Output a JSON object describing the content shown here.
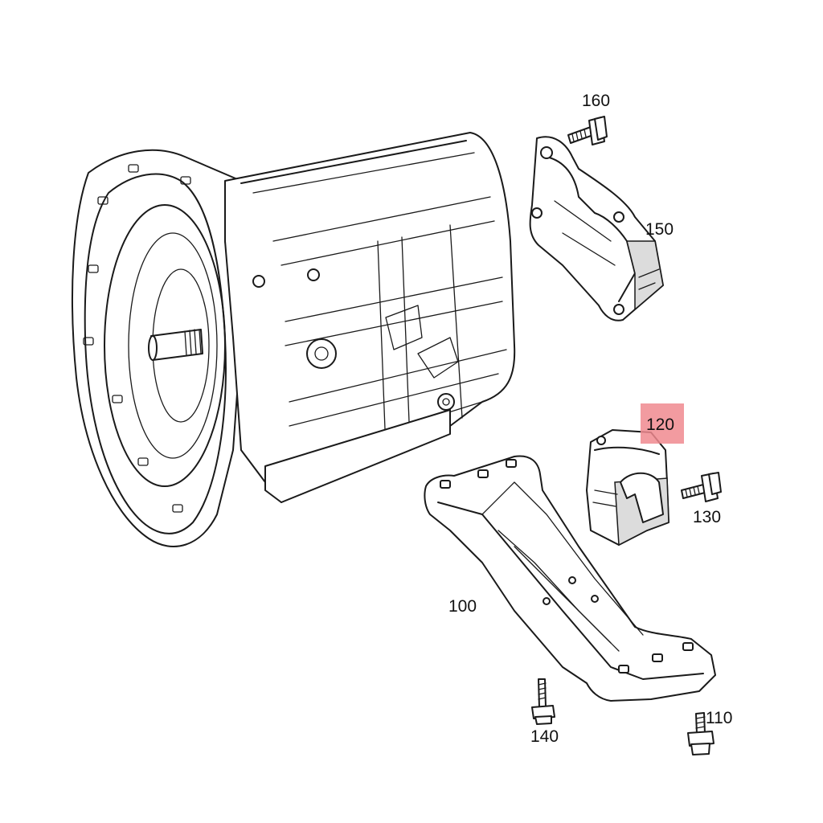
{
  "diagram": {
    "parts": [
      {
        "id": "transmission",
        "label": ""
      },
      {
        "id": "bracket",
        "label": "150"
      },
      {
        "id": "bolt-top",
        "label": "160"
      },
      {
        "id": "mount",
        "label": "120",
        "highlighted": true
      },
      {
        "id": "bolt-mount",
        "label": "130"
      },
      {
        "id": "crossmember",
        "label": "100"
      },
      {
        "id": "bolt-left",
        "label": "140"
      },
      {
        "id": "bolt-right",
        "label": "110"
      }
    ],
    "highlight_color": "#f08a8f"
  }
}
